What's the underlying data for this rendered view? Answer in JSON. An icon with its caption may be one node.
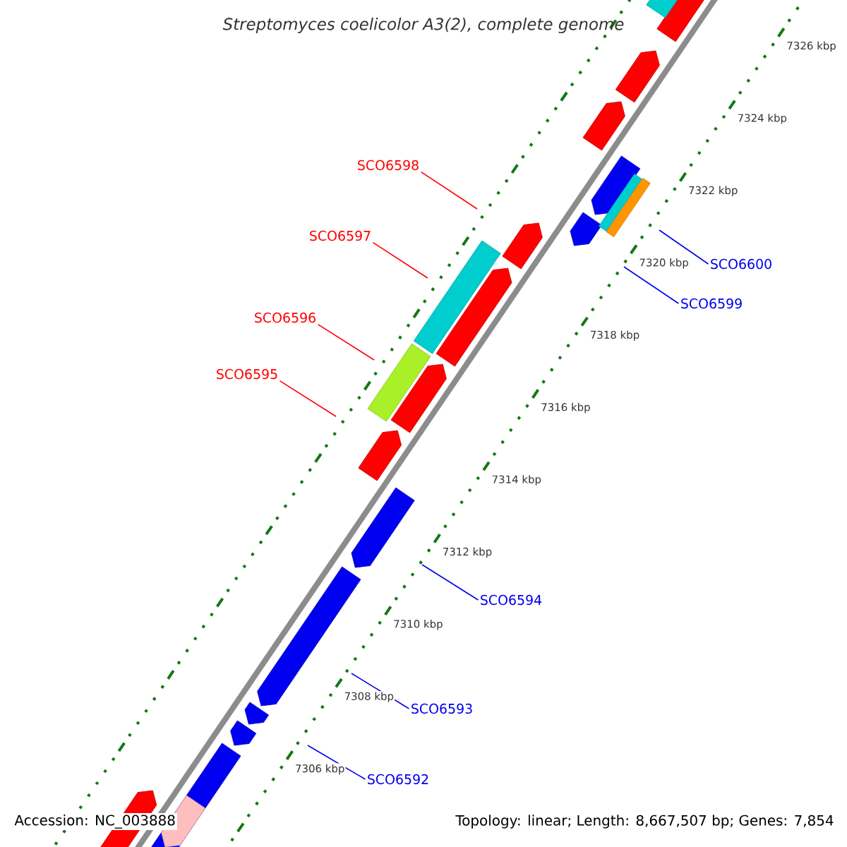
{
  "diagram": {
    "title": "Streptomyces coelicolor A3(2), complete genome",
    "nodes": [
      {
        "text": [
          "SCO6598"
        ]
      },
      {
        "text": [
          "SCO6597"
        ]
      },
      {
        "text": [
          "SCO6596"
        ]
      },
      {
        "text": [
          "SCO6595"
        ]
      },
      {
        "text": [
          "SCO6600"
        ]
      },
      {
        "text": [
          "SCO6599"
        ]
      },
      {
        "text": [
          "SCO6594"
        ]
      },
      {
        "text": [
          "SCO6593"
        ]
      },
      {
        "text": [
          "SCO6592"
        ]
      }
    ],
    "edges": [
      {
        "from": 0,
        "to": null,
        "arrow": "none",
        "color": "#ff0000"
      },
      {
        "from": 1,
        "to": null,
        "arrow": "none",
        "color": "#ff0000"
      },
      {
        "from": 2,
        "to": null,
        "arrow": "none",
        "color": "#ff0000"
      },
      {
        "from": 3,
        "to": null,
        "arrow": "none",
        "color": "#ff0000"
      },
      {
        "from": 4,
        "to": null,
        "arrow": "none"
      },
      {
        "from": 5,
        "to": null,
        "arrow": "none"
      },
      {
        "from": 6,
        "to": null,
        "arrow": "none"
      },
      {
        "from": 7,
        "to": null,
        "arrow": "none"
      },
      {
        "from": 8,
        "to": null,
        "arrow": "none"
      }
    ],
    "labels": [
      "7326 kbp",
      "7324 kbp",
      "7322 kbp",
      "7320 kbp",
      "7318 kbp",
      "7316 kbp",
      "7314 kbp",
      "7312 kbp",
      "7310 kbp",
      "7308 kbp",
      "7306 kbp",
      "Accession: NC_003888",
      "Topology: linear; Length: 8,667,507 bp; Genes: 7,854"
    ]
  }
}
